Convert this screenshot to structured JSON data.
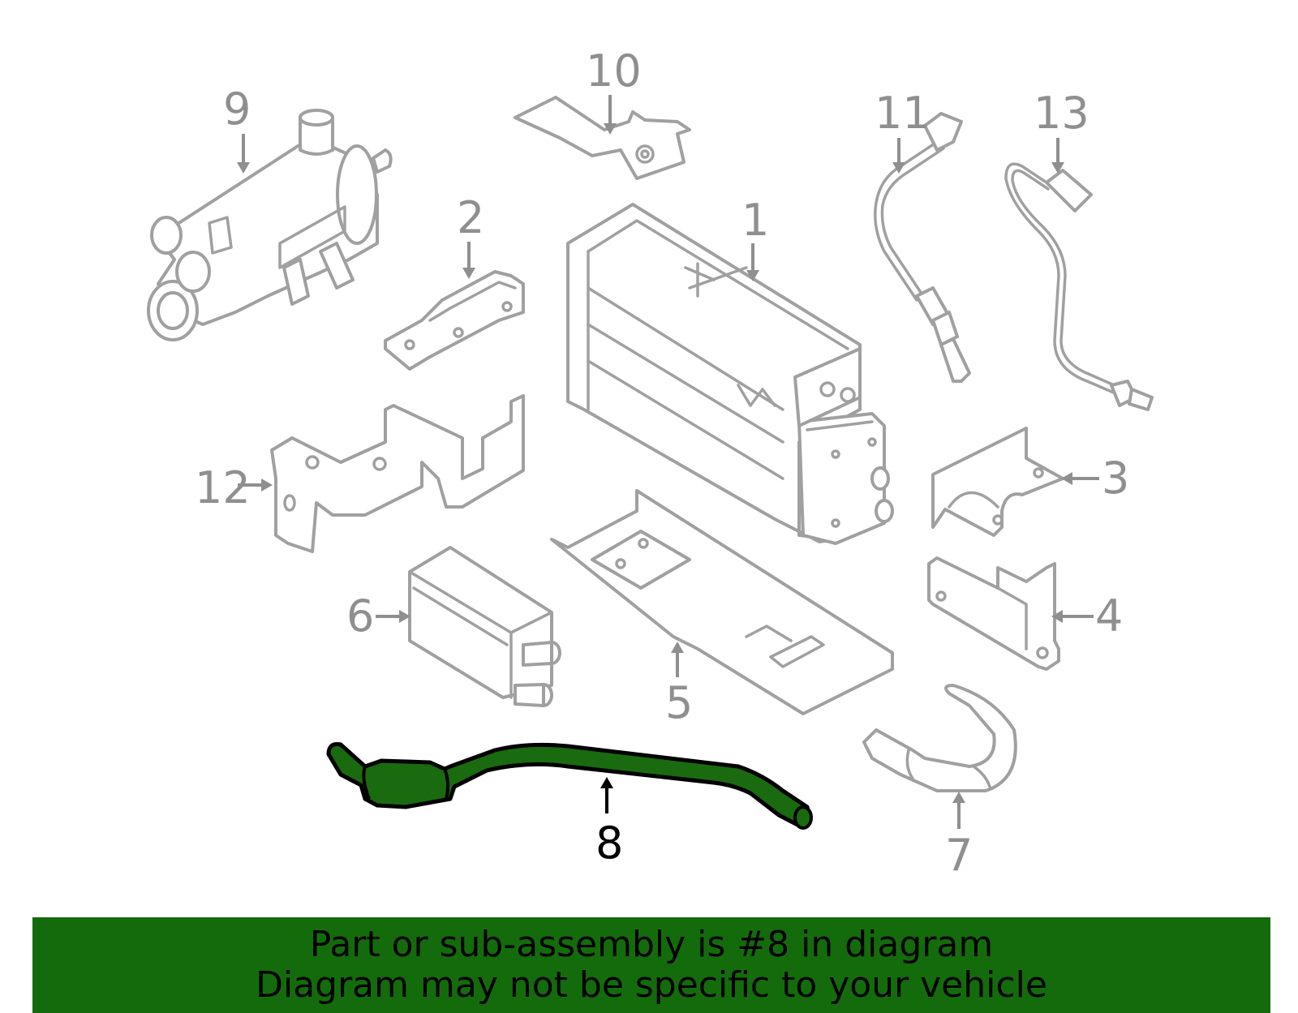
{
  "diagram": {
    "callouts": [
      {
        "id": "1",
        "label": "1"
      },
      {
        "id": "2",
        "label": "2"
      },
      {
        "id": "3",
        "label": "3"
      },
      {
        "id": "4",
        "label": "4"
      },
      {
        "id": "5",
        "label": "5"
      },
      {
        "id": "6",
        "label": "6"
      },
      {
        "id": "7",
        "label": "7"
      },
      {
        "id": "8",
        "label": "8",
        "highlighted": true
      },
      {
        "id": "9",
        "label": "9"
      },
      {
        "id": "10",
        "label": "10"
      },
      {
        "id": "11",
        "label": "11"
      },
      {
        "id": "12",
        "label": "12"
      },
      {
        "id": "13",
        "label": "13"
      }
    ],
    "highlight_color": "#146b0b",
    "line_color": "#a0a0a0"
  },
  "banner": {
    "line1": "Part or sub-assembly is #8 in diagram",
    "line2": "Diagram may not be specific to your vehicle",
    "background": "#146b0b"
  }
}
